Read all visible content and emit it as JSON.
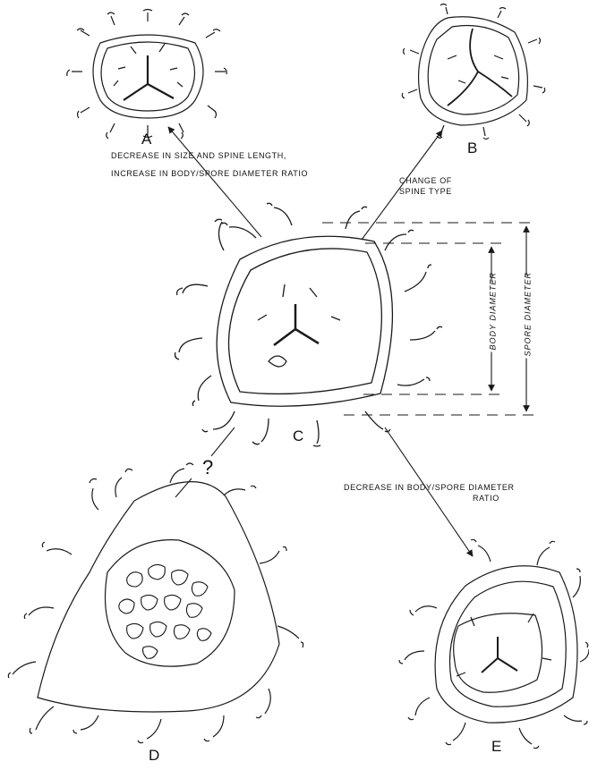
{
  "labels": {
    "a": "A",
    "b": "B",
    "c": "C",
    "d": "D",
    "e": "E",
    "question": "?"
  },
  "annotations": {
    "decrease_size_line1": "DECREASE IN SIZE AND SPINE LENGTH,",
    "decrease_size_line2": "INCREASE IN BODY/SPORE DIAMETER RATIO",
    "change_spine_line1": "CHANGE OF",
    "change_spine_line2": "SPINE TYPE",
    "decrease_ratio_line1": "DECREASE IN BODY/SPORE DIAMETER",
    "decrease_ratio_line2": "RATIO"
  },
  "measurements": {
    "body_diameter": "BODY DIAMETER",
    "spore_diameter": "SPORE DIAMETER"
  },
  "colors": {
    "ink": "#1a1a1a",
    "background": "#ffffff"
  }
}
